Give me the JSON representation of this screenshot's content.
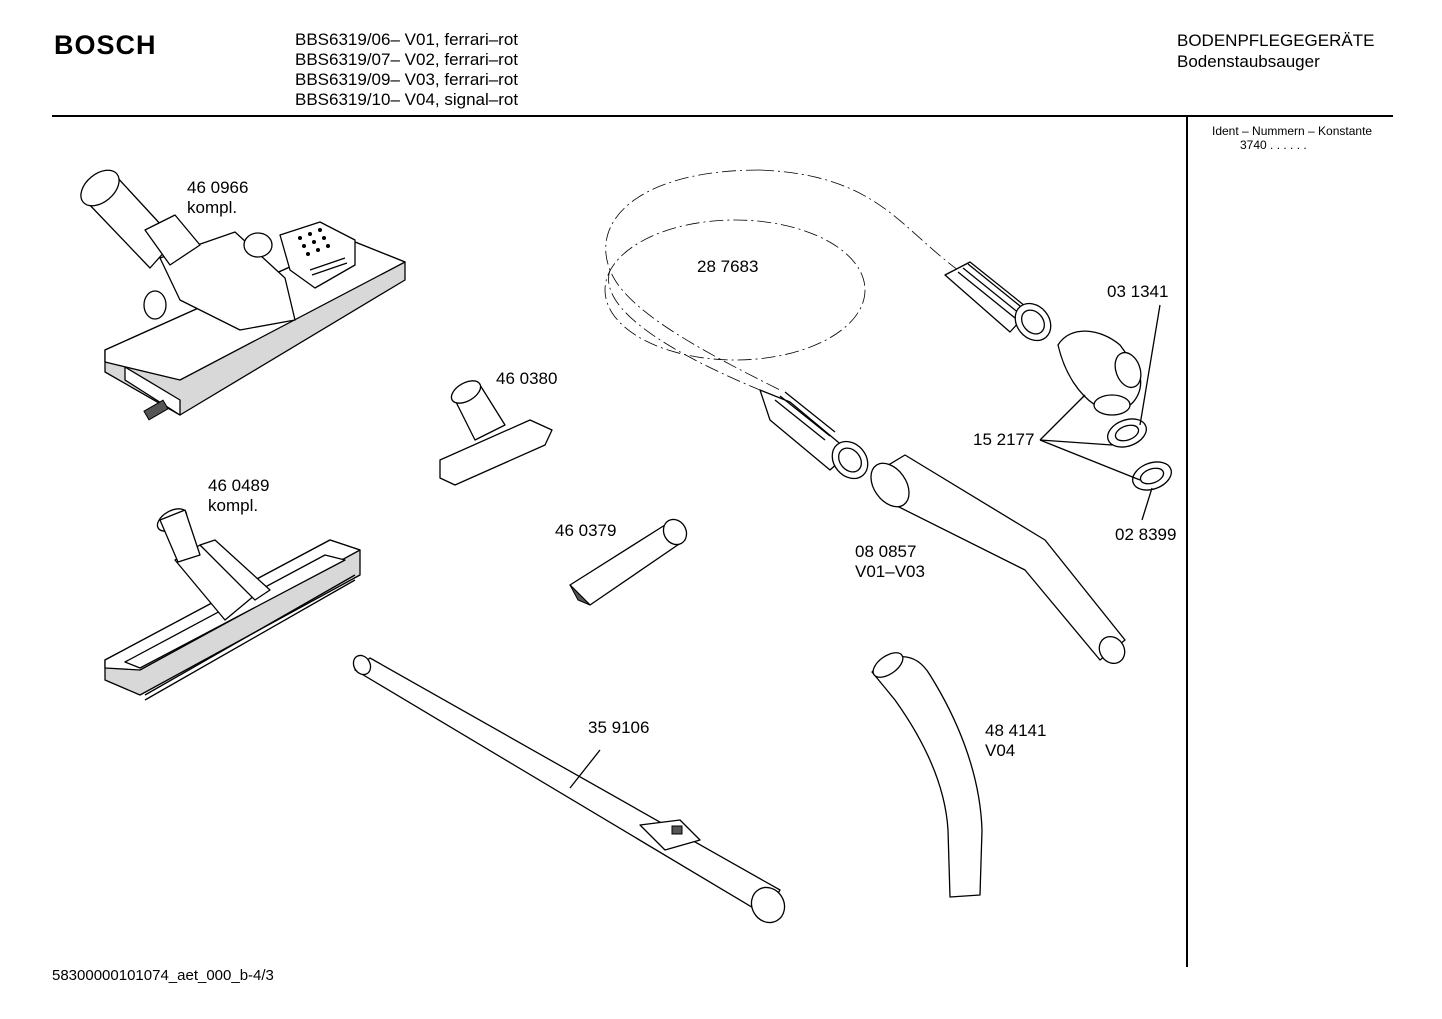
{
  "header": {
    "brand": "BOSCH",
    "models": [
      "BBS6319/06– V01, ferrari–rot",
      "BBS6319/07– V02, ferrari–rot",
      "BBS6319/09– V03, ferrari–rot",
      "BBS6319/10– V04, signal–rot"
    ],
    "category": "BODENPFLEGEGERÄTE",
    "subcategory": "Bodenstaubsauger"
  },
  "ident": {
    "label": "Ident – Nummern – Konstante",
    "value": "3740  . .   . . . ."
  },
  "parts": [
    {
      "number": "46 0966",
      "note": "kompl."
    },
    {
      "number": "28 7683",
      "note": ""
    },
    {
      "number": "03 1341",
      "note": ""
    },
    {
      "number": "46 0380",
      "note": ""
    },
    {
      "number": "15 2177",
      "note": ""
    },
    {
      "number": "46 0489",
      "note": "kompl."
    },
    {
      "number": "46 0379",
      "note": ""
    },
    {
      "number": "02 8399",
      "note": ""
    },
    {
      "number": "08 0857",
      "note": "V01–V03"
    },
    {
      "number": "35 9106",
      "note": ""
    },
    {
      "number": "48 4141",
      "note": "V04"
    }
  ],
  "footer": {
    "code": "58300000101074_aet_000_b-4/3"
  }
}
